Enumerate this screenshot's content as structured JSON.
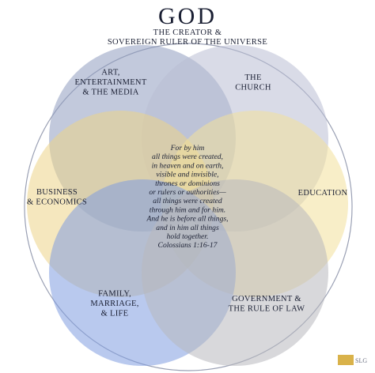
{
  "title": {
    "main": "GOD",
    "sub_lines": [
      "THE CREATOR &",
      "SOVEREIGN RULER OF THE UNIVERSE"
    ]
  },
  "spheres": [
    {
      "key": "arts",
      "lines": [
        "ART,",
        "ENTERTAINMENT",
        "& THE MEDIA"
      ],
      "color": "#8f9cc0"
    },
    {
      "key": "church",
      "lines": [
        "THE",
        "CHURCH"
      ],
      "color": "#b9bdd4"
    },
    {
      "key": "business",
      "lines": [
        "BUSINESS",
        "& ECONOMICS"
      ],
      "color": "#ecd489"
    },
    {
      "key": "education",
      "lines": [
        "EDUCATION"
      ],
      "color": "#f3e09b"
    },
    {
      "key": "family",
      "lines": [
        "FAMILY,",
        "MARRIAGE,",
        "& LIFE"
      ],
      "color": "#7f9de0"
    },
    {
      "key": "government",
      "lines": [
        "GOVERNMENT &",
        "THE RULE OF LAW"
      ],
      "color": "#b8b8be"
    }
  ],
  "verse": {
    "lines": [
      "For by him",
      "all things were created,",
      "in heaven and on earth,",
      "visible and invisible,",
      "thrones or dominions",
      "or rulers or authorities—",
      "all things were created",
      "through him and for him.",
      "And he is before all things,",
      "and in him all things",
      "hold together.",
      "Colossians 1:16-17"
    ]
  },
  "logo": {
    "text": "SLG"
  },
  "colors": {
    "outline": "#9aa0b4",
    "text": "#1a1f33"
  }
}
